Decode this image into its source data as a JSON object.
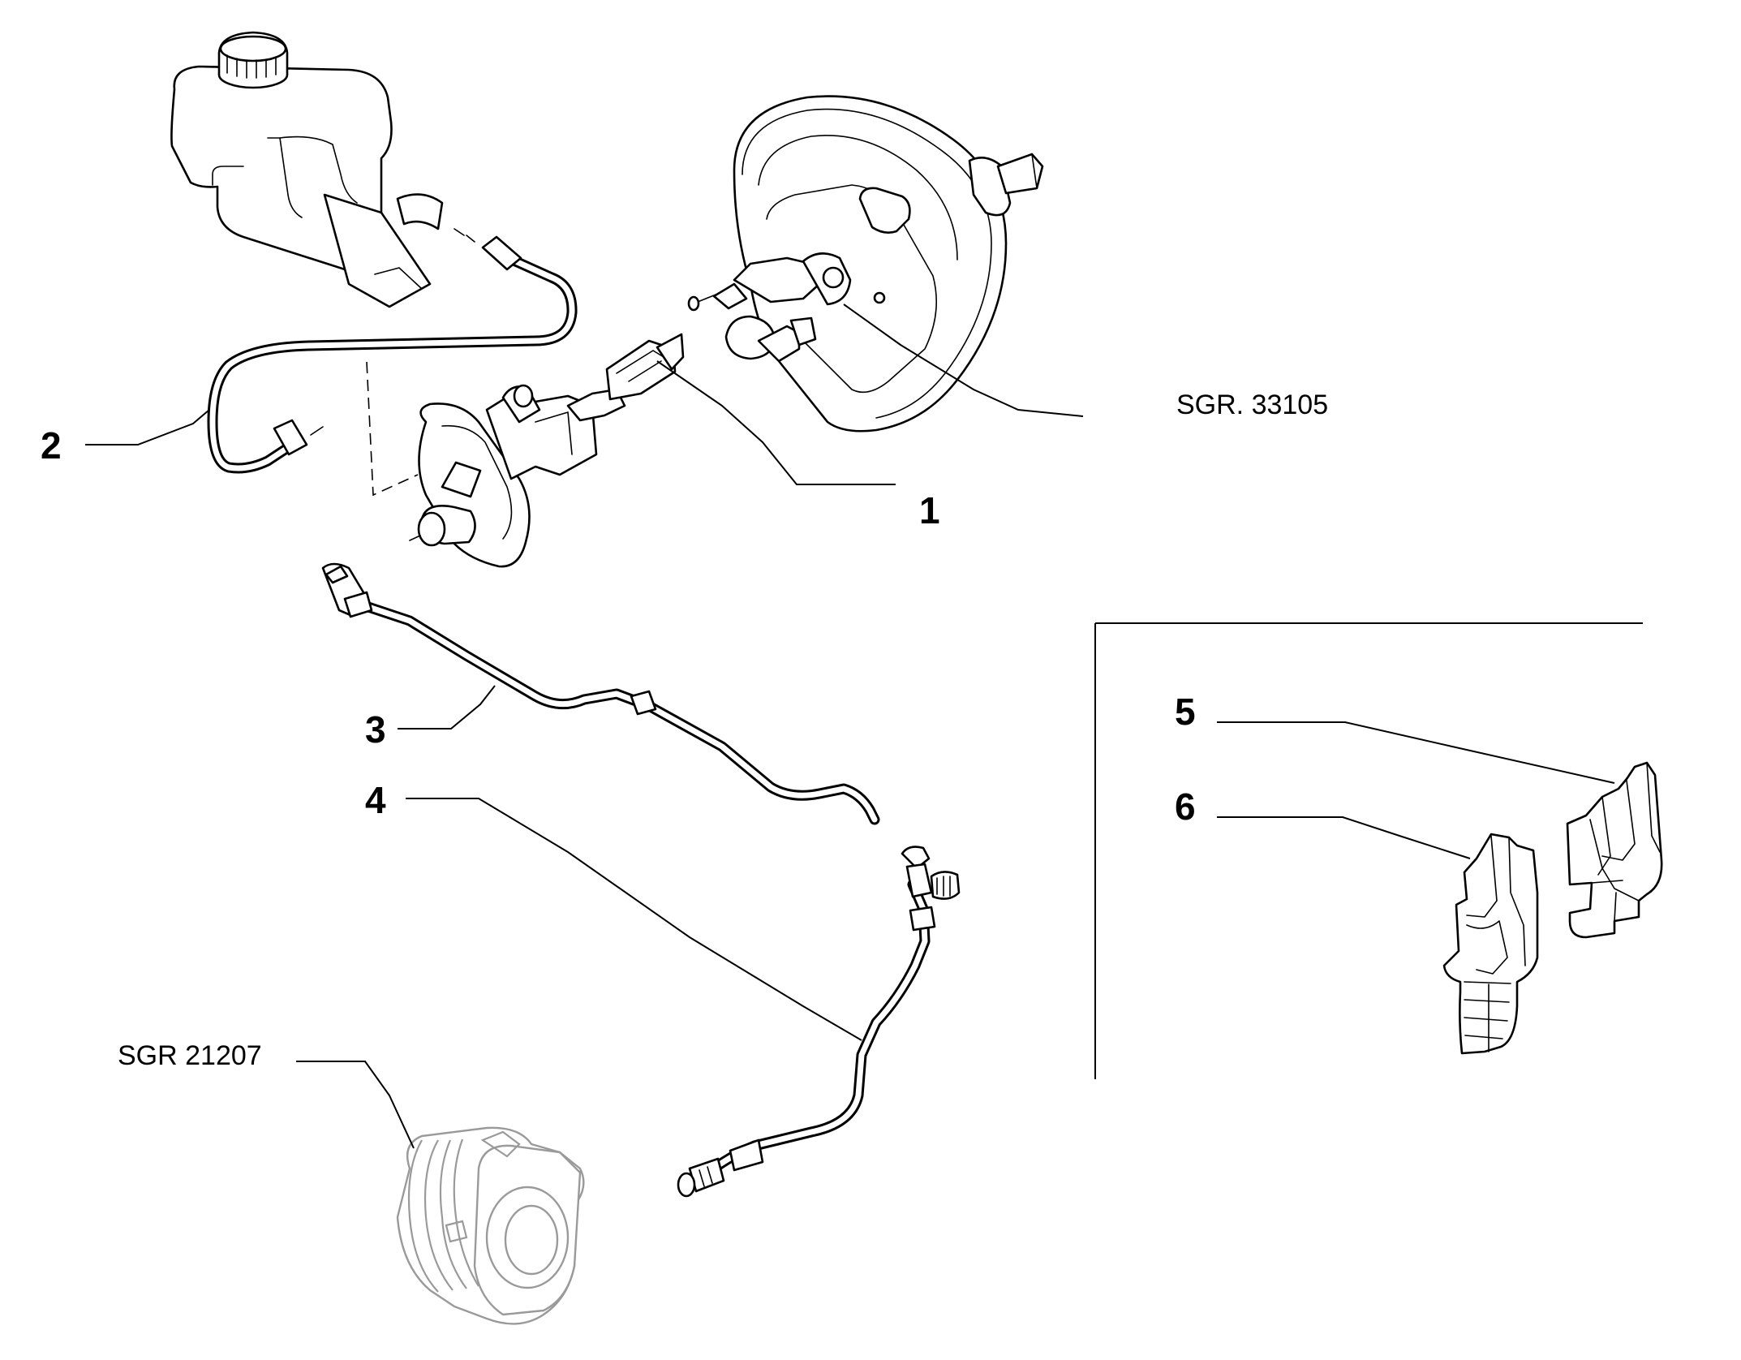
{
  "callouts": {
    "c1": "1",
    "c2": "2",
    "c3": "3",
    "c4": "4",
    "c5": "5",
    "c6": "6"
  },
  "references": {
    "brake_booster": "SGR. 33105",
    "release_bearing": "SGR 21207"
  },
  "colors": {
    "line": "#000000",
    "reference_part": "#9a9a9a",
    "background": "#ffffff"
  }
}
